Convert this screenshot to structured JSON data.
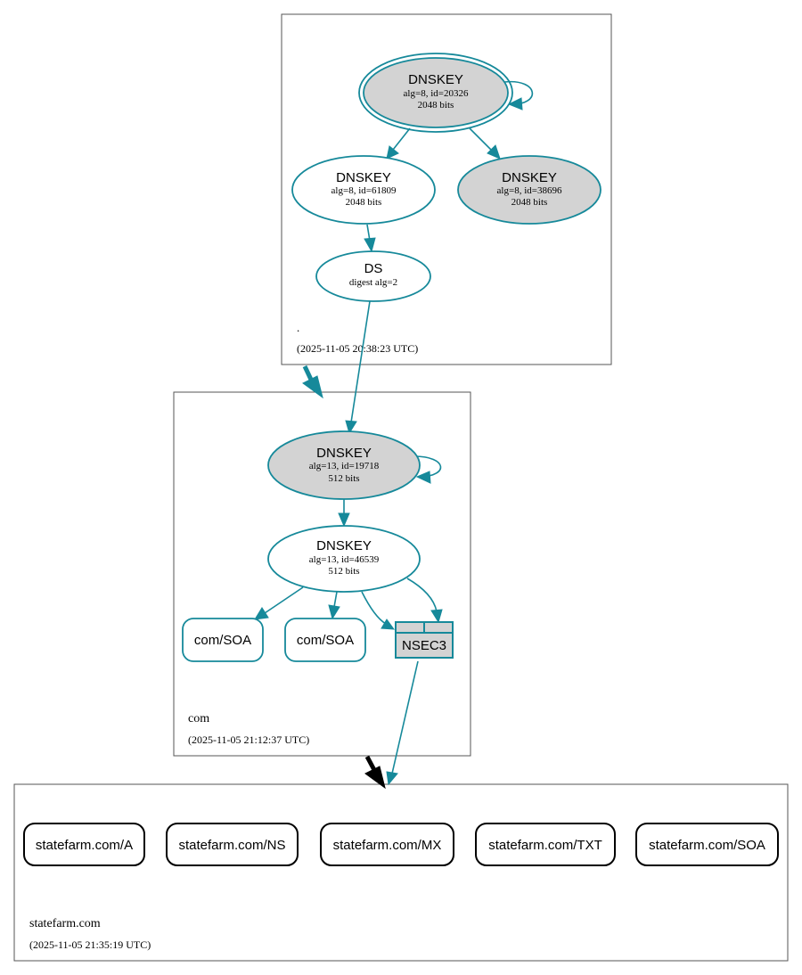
{
  "zones": {
    "root": {
      "name": ".",
      "timestamp": "(2025-11-05 20:38:23 UTC)",
      "ksk": {
        "type": "DNSKEY",
        "info": "alg=8, id=20326",
        "size": "2048 bits"
      },
      "zsk1": {
        "type": "DNSKEY",
        "info": "alg=8, id=61809",
        "size": "2048 bits"
      },
      "zsk2": {
        "type": "DNSKEY",
        "info": "alg=8, id=38696",
        "size": "2048 bits"
      },
      "ds": {
        "type": "DS",
        "info": "digest alg=2"
      }
    },
    "com": {
      "name": "com",
      "timestamp": "(2025-11-05 21:12:37 UTC)",
      "ksk": {
        "type": "DNSKEY",
        "info": "alg=13, id=19718",
        "size": "512 bits"
      },
      "zsk": {
        "type": "DNSKEY",
        "info": "alg=13, id=46539",
        "size": "512 bits"
      },
      "soa1": "com/SOA",
      "soa2": "com/SOA",
      "nsec3": "NSEC3"
    },
    "statefarm": {
      "name": "statefarm.com",
      "timestamp": "(2025-11-05 21:35:19 UTC)",
      "records": {
        "a": "statefarm.com/A",
        "ns": "statefarm.com/NS",
        "mx": "statefarm.com/MX",
        "txt": "statefarm.com/TXT",
        "soa": "statefarm.com/SOA"
      }
    }
  },
  "colors": {
    "edge": "#16899a",
    "key_fill_gray": "#d3d3d3",
    "delegation_root_to_com": "#16899a",
    "delegation_com_to_statefarm": "#000000"
  }
}
